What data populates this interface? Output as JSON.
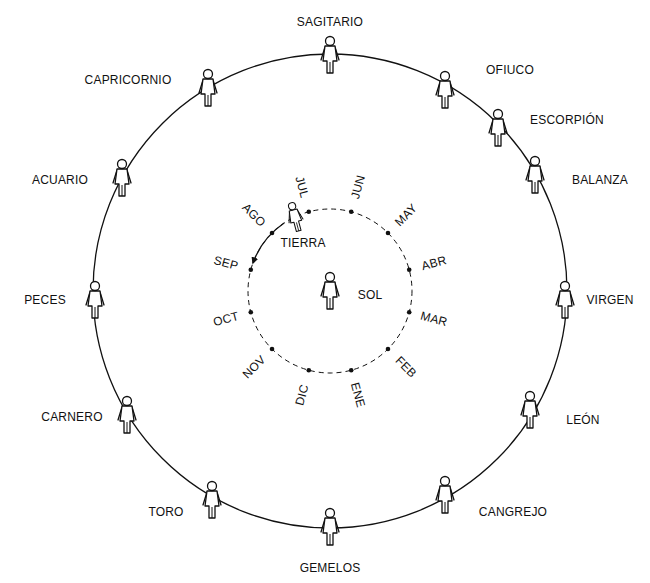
{
  "diagram": {
    "labels": [
      "SAGITARIO",
      "OFIUCO",
      "ESCORPIÓN",
      "BALANZA",
      "VIRGEN",
      "LEÓN",
      "CANGREJO",
      "GEMELOS",
      "TORO",
      "CARNERO",
      "PECES",
      "ACUARIO",
      "CAPRICORNIO",
      "JUL",
      "JUN",
      "MAY",
      "ABR",
      "MAR",
      "FEB",
      "ENE",
      "DIC",
      "NOV",
      "OCT",
      "SEP",
      "AGO",
      "TIERRA",
      "SOL"
    ]
  }
}
